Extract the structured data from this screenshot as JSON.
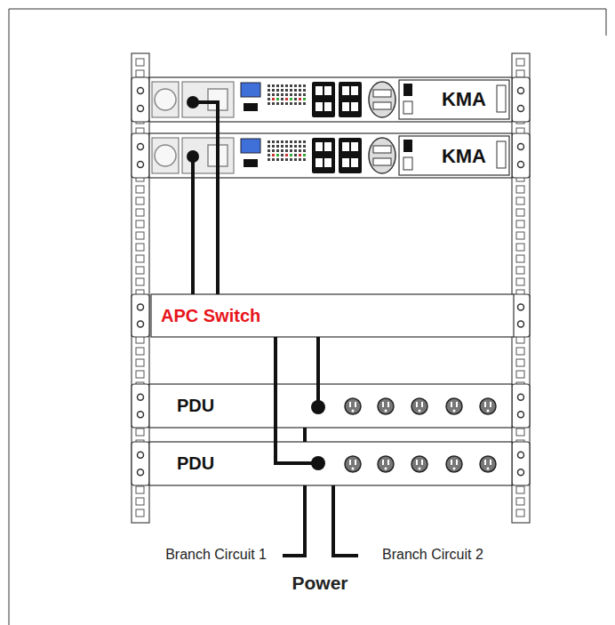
{
  "diagram": {
    "nodes": [
      {
        "text": [
          "KMA"
        ]
      },
      {
        "text": [
          "KMA"
        ]
      },
      {
        "text": [
          "APC Switch"
        ]
      },
      {
        "text": [
          "PDU"
        ]
      },
      {
        "text": [
          "PDU"
        ]
      }
    ],
    "edges": [
      {
        "from": 0,
        "to": 2,
        "arrow": "none"
      },
      {
        "from": 1,
        "to": 2,
        "arrow": "none"
      },
      {
        "from": 2,
        "to": 3,
        "arrow": "none"
      },
      {
        "from": 2,
        "to": 4,
        "arrow": "none"
      }
    ],
    "labels": [
      "Branch Circuit 1",
      "Branch Circuit 2",
      "Power"
    ]
  }
}
